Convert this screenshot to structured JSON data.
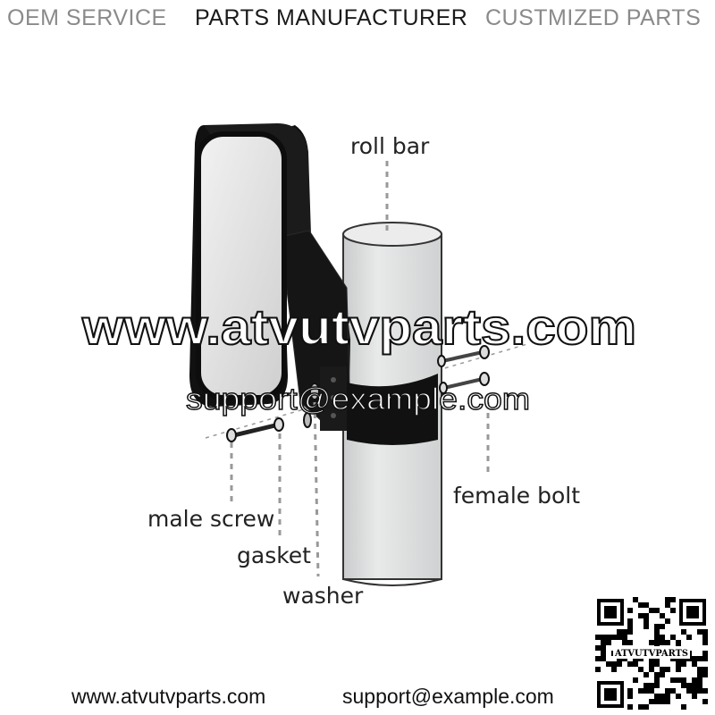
{
  "header": {
    "items": [
      "OEM SERVICE",
      "PARTS MANUFACTURER",
      "CUSTMIZED PARTS"
    ]
  },
  "diagram": {
    "labels": {
      "roll_bar": "roll bar",
      "female_bolt": "female bolt",
      "male_screw": "male screw",
      "gasket": "gasket",
      "washer": "washer"
    },
    "watermark_url": "www.atvutvparts.com",
    "watermark_email": "support@example.com"
  },
  "qr_caption": "ATVUTVPARTS",
  "footer": {
    "website": "www.atvutvparts.com",
    "email": "support@example.com"
  }
}
